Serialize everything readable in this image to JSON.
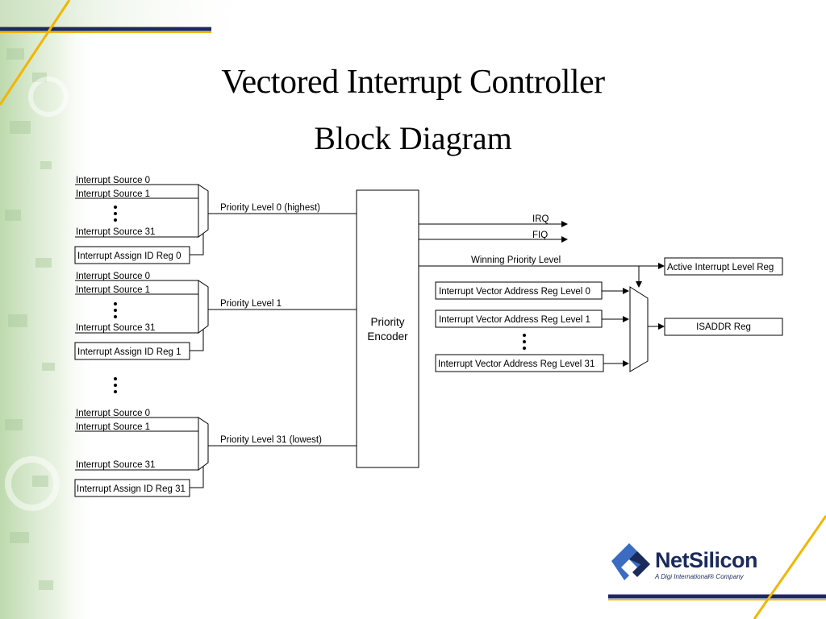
{
  "title_line1": "Vectored Interrupt Controller",
  "title_line2": "Block Diagram",
  "groups": [
    {
      "src0": "Interrupt Source 0",
      "src1": "Interrupt Source 1",
      "src31": "Interrupt Source 31",
      "assign": "Interrupt Assign ID Reg 0",
      "level": "Priority Level 0 (highest)"
    },
    {
      "src0": "Interrupt Source 0",
      "src1": "Interrupt Source 1",
      "src31": "Interrupt Source 31",
      "assign": "Interrupt Assign ID Reg 1",
      "level": "Priority Level 1"
    },
    {
      "src0": "Interrupt Source 0",
      "src1": "Interrupt Source 1",
      "src31": "Interrupt Source 31",
      "assign": "Interrupt Assign ID Reg 31",
      "level": "Priority Level 31 (lowest)"
    }
  ],
  "encoder": {
    "line1": "Priority",
    "line2": "Encoder"
  },
  "outputs": {
    "irq": "IRQ",
    "fiq": "FIQ",
    "winning": "Winning Priority Level"
  },
  "vector_regs": [
    "Interrupt Vector Address Reg Level 0",
    "Interrupt Vector Address Reg Level 1",
    "Interrupt Vector Address Reg Level 31"
  ],
  "active_reg": "Active Interrupt Level Reg",
  "isaddr_reg": "ISADDR Reg",
  "logo": {
    "name": "NetSilicon",
    "tagline": "A Digi International® Company",
    "icon": "netsilicon-logo-icon"
  },
  "colors": {
    "accent_blue": "#1a2a5c",
    "accent_yellow": "#f2b600",
    "background_green": "#cfe3c4"
  }
}
